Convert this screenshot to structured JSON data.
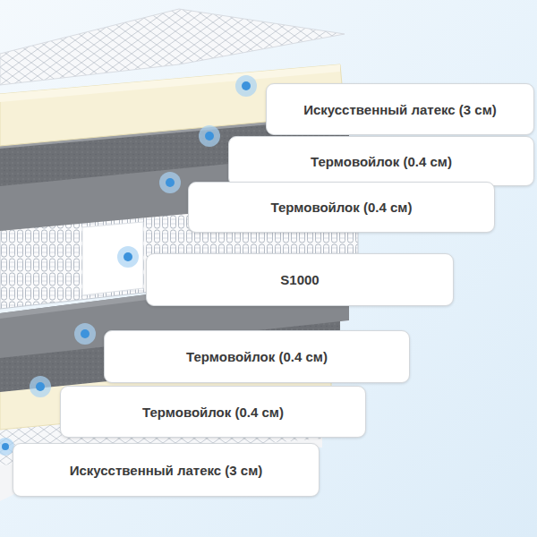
{
  "diagram": {
    "nodes": [
      {
        "text": [
          "Искусственный латекс (3 см)"
        ]
      },
      {
        "text": [
          "Термовойлок (0.4 см)"
        ]
      },
      {
        "text": [
          "Термовойлок (0.4 см)"
        ]
      },
      {
        "text": [
          "S1000"
        ]
      },
      {
        "text": [
          "Термовойлок (0.4 см)"
        ]
      },
      {
        "text": [
          "Термовойлок (0.4 см)"
        ]
      },
      {
        "text": [
          "Искусственный латекс (3 см)"
        ]
      }
    ]
  }
}
